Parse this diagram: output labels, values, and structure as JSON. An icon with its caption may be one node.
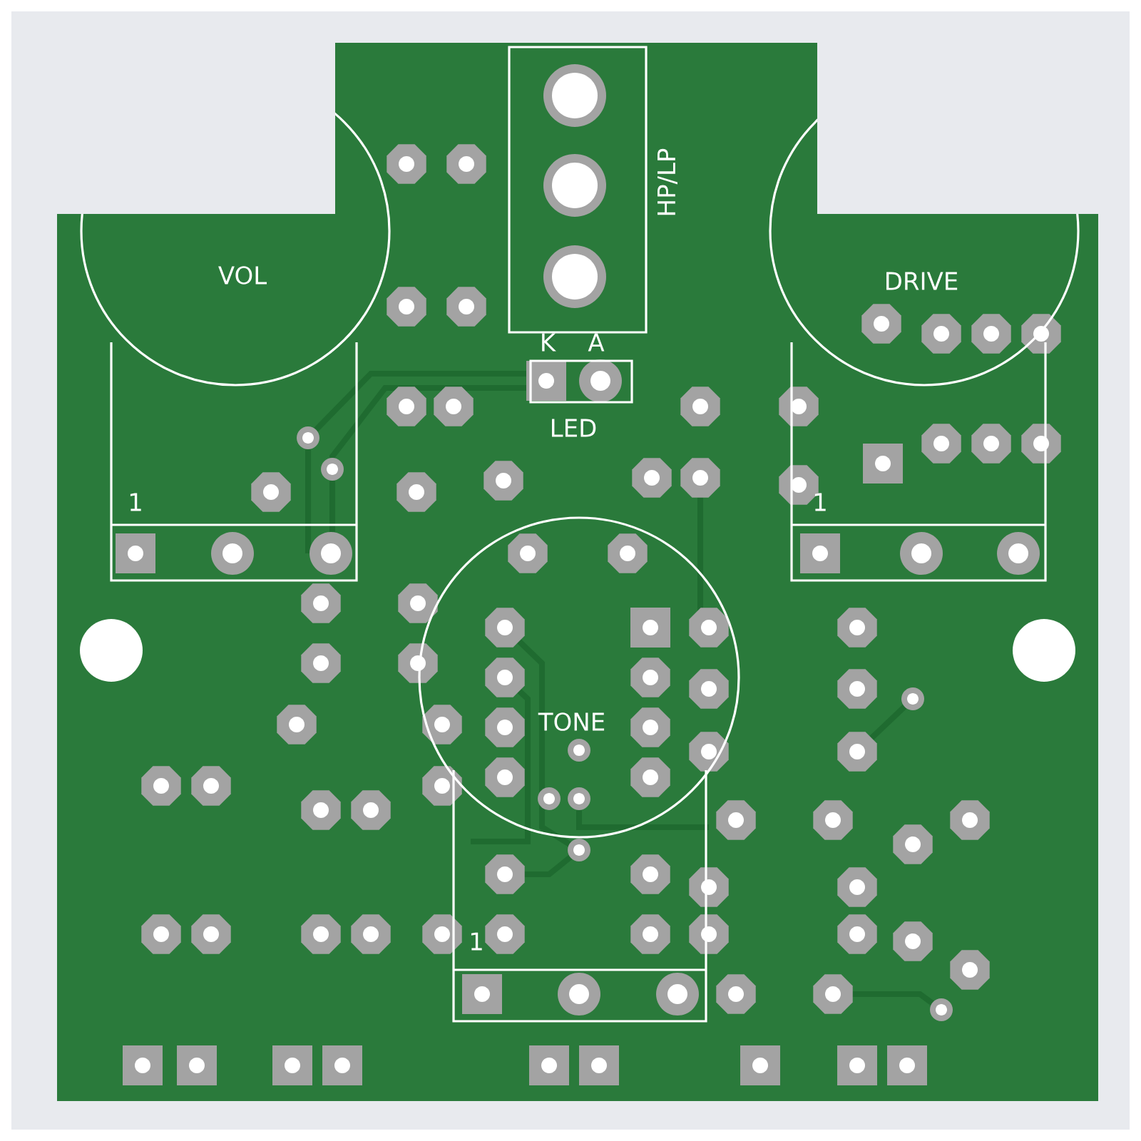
{
  "diagram": {
    "labels": [
      "HP/LP",
      "VOL",
      "DRIVE",
      "K",
      "A",
      "LED",
      "1",
      "1",
      "TONE",
      "1"
    ]
  }
}
